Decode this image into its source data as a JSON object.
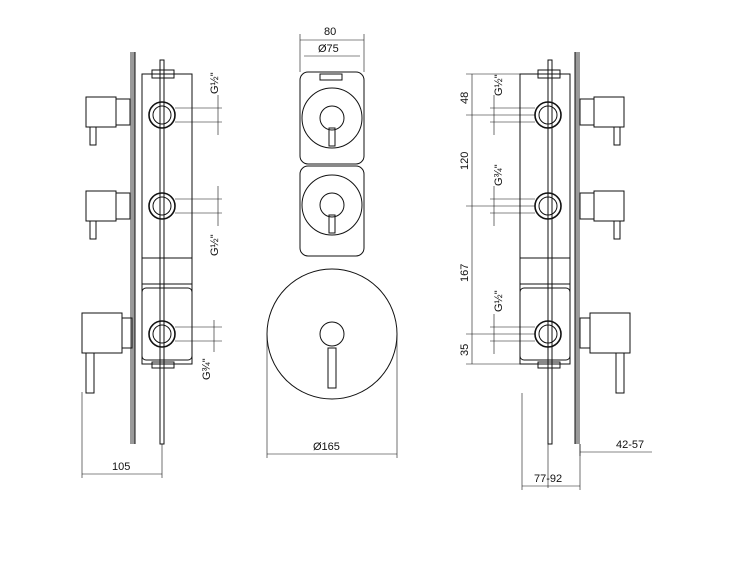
{
  "dimensions": {
    "width_80": "80",
    "dia_75": "Ø75",
    "dia_165": "Ø165",
    "depth_105": "105",
    "range_42_57": "42-57",
    "range_77_92": "77-92",
    "v48": "48",
    "v120": "120",
    "v167": "167",
    "v35": "35"
  },
  "threads": {
    "g_half": "G½\"",
    "g_three_quarter": "G¾\""
  },
  "colors": {
    "line": "#111111",
    "wall": "#9a9a9a"
  }
}
